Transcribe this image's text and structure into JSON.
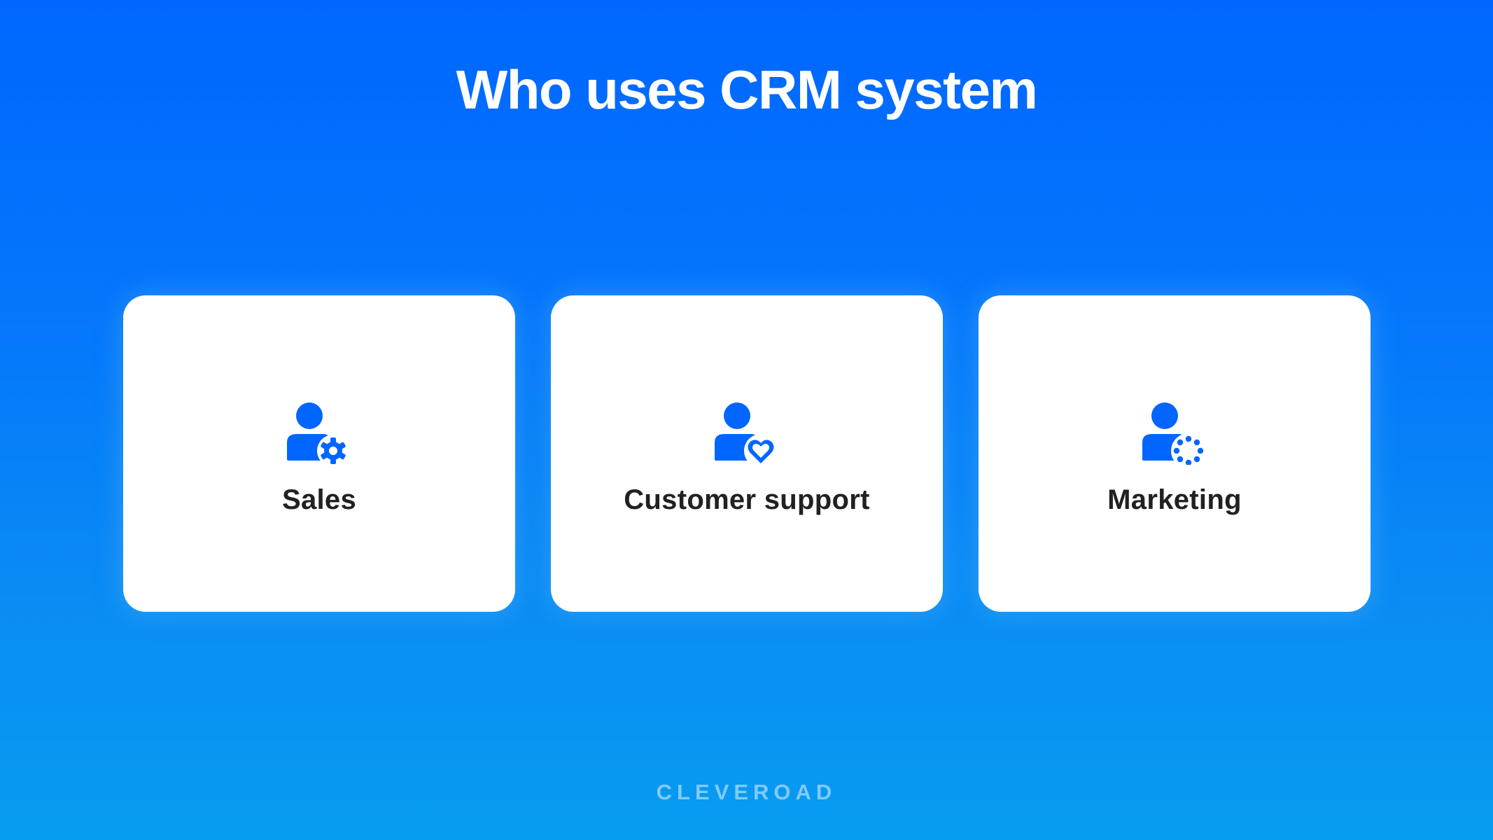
{
  "title": "Who uses CRM system",
  "colors": {
    "background_top": "#0066ff",
    "background_bottom": "#069cf0",
    "icon": "#0066ff",
    "card": "#ffffff",
    "label": "#212121",
    "logo": "#8fd0fb"
  },
  "cards": [
    {
      "label": "Sales",
      "icon": "user-gear-icon"
    },
    {
      "label": "Customer support",
      "icon": "user-heart-icon"
    },
    {
      "label": "Marketing",
      "icon": "user-dots-ring-icon"
    }
  ],
  "footer": {
    "logo_text": "CLEVEROAD"
  }
}
